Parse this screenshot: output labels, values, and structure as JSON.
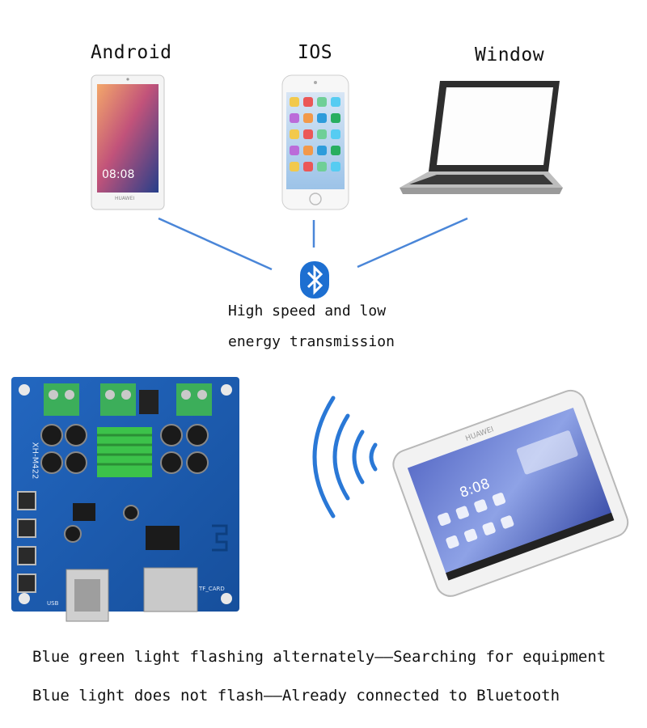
{
  "devices": {
    "android_label": "Android",
    "ios_label": "IOS",
    "window_label": "Window",
    "android_clock": "08:08",
    "android_brand": "HUAWEI",
    "ios_clock": "",
    "laptop_brand": ""
  },
  "bluetooth": {
    "line1": "High speed and low",
    "line2": "energy transmission"
  },
  "board": {
    "model_label": "XH-M422",
    "usb_label": "USB",
    "tf_label": "TF_CARD"
  },
  "phone2": {
    "brand": "HUAWEI",
    "clock": "8:08"
  },
  "status": {
    "line1": "Blue green light flashing alternately——Searching for equipment",
    "line2": "Blue light does not flash——Already connected to Bluetooth"
  },
  "colors": {
    "link_line": "#4a86d8",
    "bluetooth": "#1d6fd1",
    "pcb": "#1f5fb4",
    "terminal": "#3cae5a",
    "heatsink": "#3cc24a"
  }
}
